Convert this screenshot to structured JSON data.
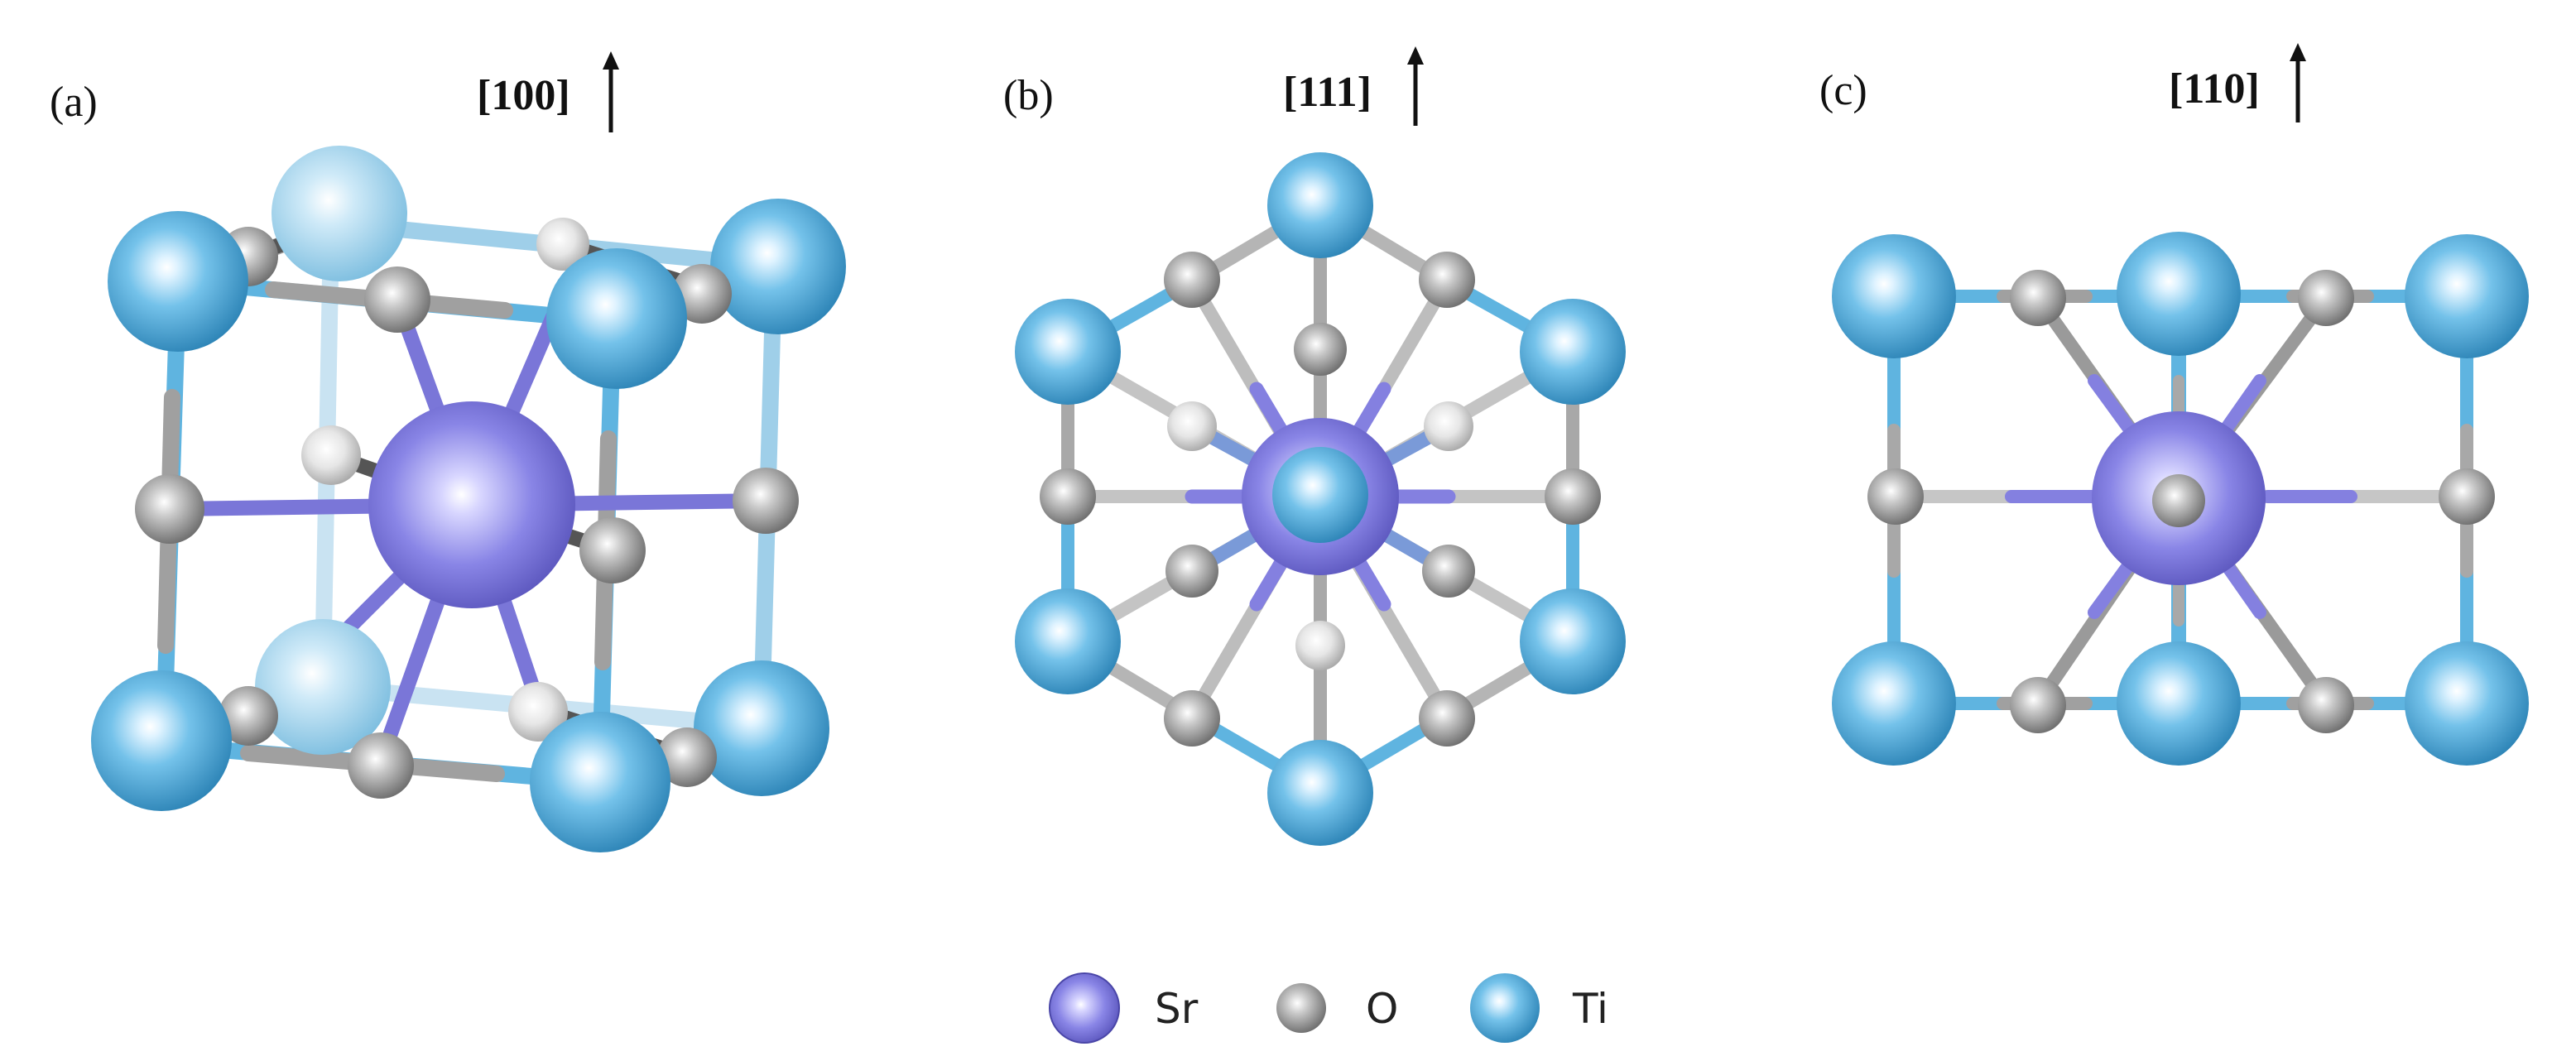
{
  "panels": [
    {
      "label": "(a)",
      "direction": "[100]"
    },
    {
      "label": "(b)",
      "direction": "[111]"
    },
    {
      "label": "(c)",
      "direction": "[110]"
    }
  ],
  "legend": [
    {
      "name": "Sr",
      "color": "#8a86e8"
    },
    {
      "name": "O",
      "color": "#9a9a9a"
    },
    {
      "name": "Ti",
      "color": "#5fb4e0"
    }
  ],
  "colors": {
    "sr": "#8a86e8",
    "o": "#9a9a9a",
    "ti": "#5fb4e0",
    "bond_grey": "#b8b8b8"
  }
}
